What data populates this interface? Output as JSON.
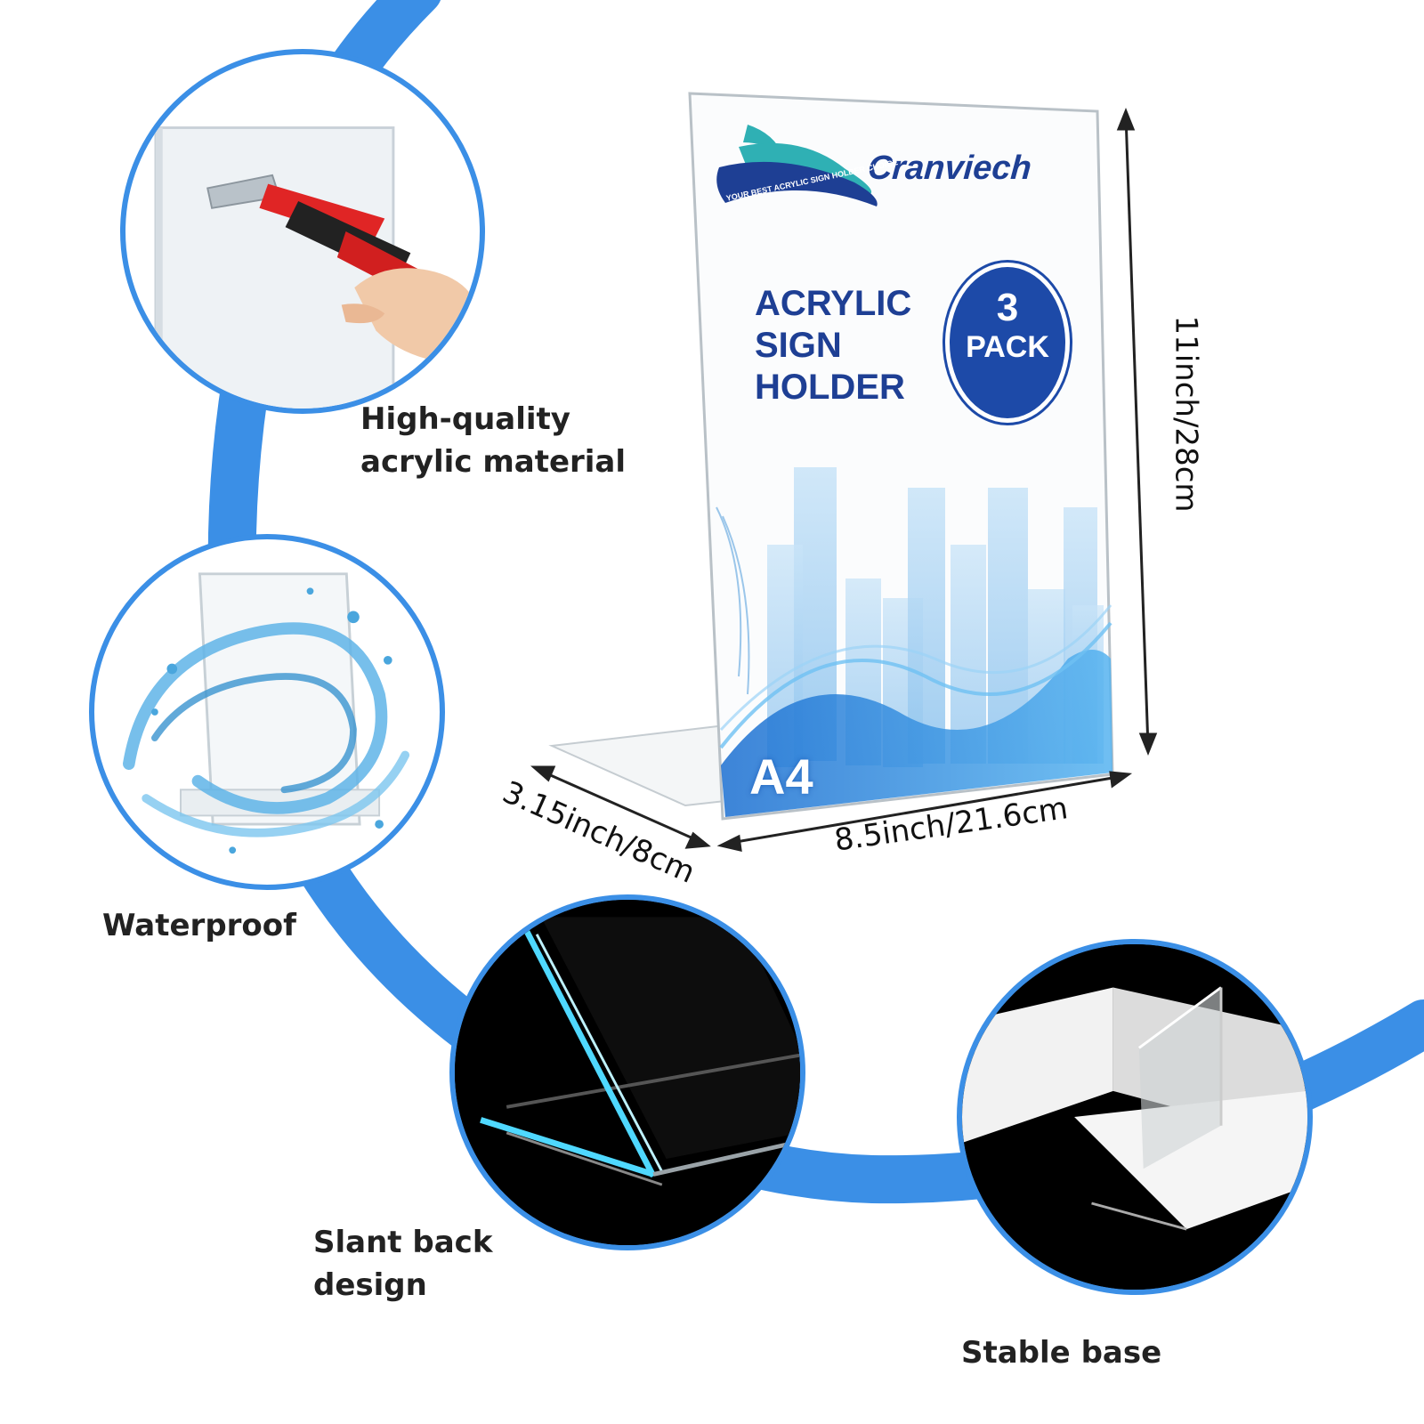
{
  "product": {
    "brand": "Cranviech",
    "tagline": "YOUR BEST ACRYLIC SIGN HOLDER CHOICE",
    "title_lines": [
      "ACRYLIC",
      "SIGN",
      "HOLDER"
    ],
    "pack_number": "3",
    "pack_word": "PACK",
    "size_label": "A4"
  },
  "dimensions": {
    "height": "11inch/28cm",
    "width": "8.5inch/21.6cm",
    "depth": "3.15inch/8cm"
  },
  "features": [
    {
      "lines": [
        "High-quality",
        "acrylic material"
      ]
    },
    {
      "lines": [
        "Waterproof"
      ]
    },
    {
      "lines": [
        "Slant back",
        "design"
      ]
    },
    {
      "lines": [
        "Stable base"
      ]
    }
  ],
  "colors": {
    "accent_blue": "#3b8fe6",
    "brand_navy": "#1e3f94",
    "badge_blue": "#1d4aa8",
    "glow_cyan": "#4fd8ff"
  }
}
